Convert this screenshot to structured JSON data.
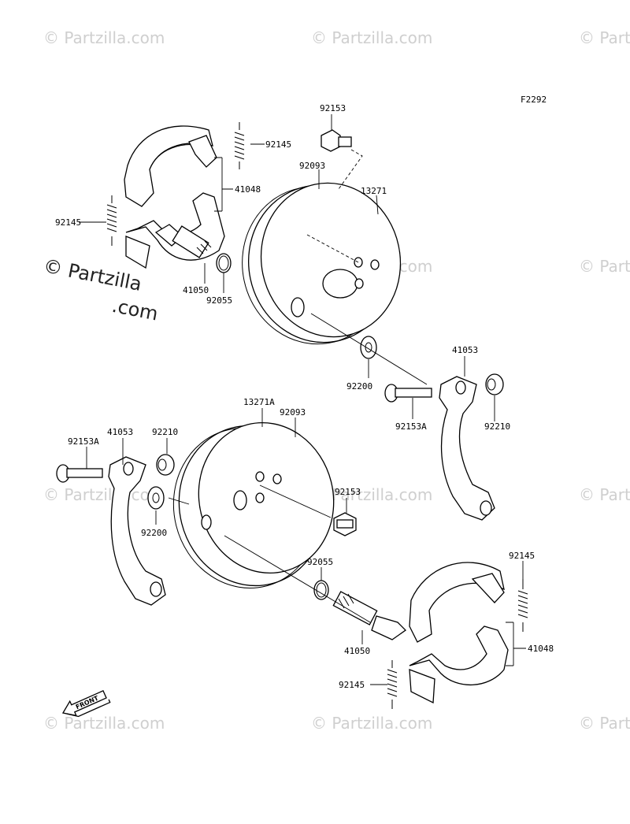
{
  "figure_code": "F2292",
  "watermark": {
    "text": "© Partzilla.com",
    "main_line1": "© Partzilla",
    "main_line2": ".com"
  },
  "callouts": {
    "c92153_top": "92153",
    "c92145_top": "92145",
    "c92093_top": "92093",
    "c13271": "13271",
    "c41048_top": "41048",
    "c92145_left": "92145",
    "c41050_top": "41050",
    "c92055_top": "92055",
    "c41053_right": "41053",
    "c92200_right": "92200",
    "c92153A_right": "92153A",
    "c92210_right": "92210",
    "c13271A": "13271A",
    "c92093_mid": "92093",
    "c92153A_left": "92153A",
    "c41053_left": "41053",
    "c92210_left": "92210",
    "c92200_left": "92200",
    "c92153_mid": "92153",
    "c92055_bottom": "92055",
    "c41050_bottom": "41050",
    "c92145_right": "92145",
    "c41048_bottom": "41048",
    "c92145_bottom": "92145"
  },
  "front_marker": {
    "label": "FRONT",
    "icon": "front-arrow-icon"
  }
}
